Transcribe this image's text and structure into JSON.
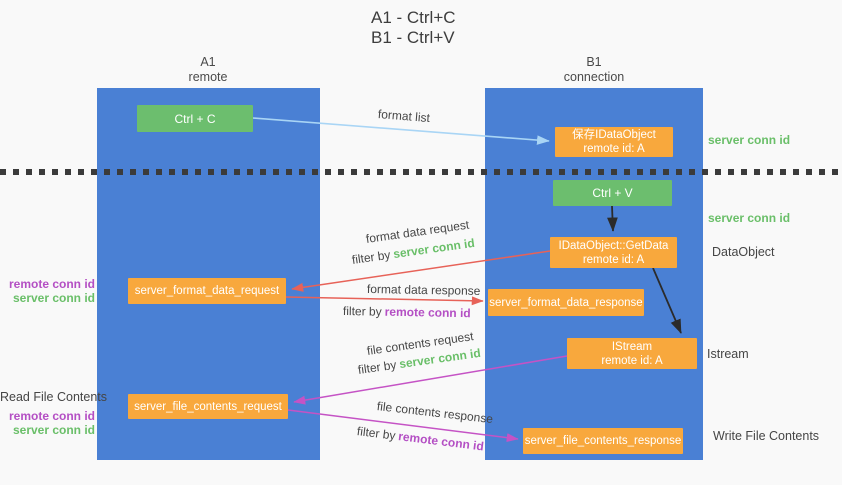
{
  "title": {
    "line1": "A1 - Ctrl+C",
    "line2": "B1 - Ctrl+V"
  },
  "lanes": {
    "left": {
      "name": "A1",
      "subtitle": "remote"
    },
    "right": {
      "name": "B1",
      "subtitle": "connection"
    }
  },
  "nodes": {
    "ctrl_c": {
      "label": "Ctrl + C"
    },
    "ctrl_v": {
      "label": "Ctrl + V"
    },
    "save_dataobject": {
      "line1": "保存IDataObject",
      "line2": "remote id: A"
    },
    "getdata": {
      "line1": "IDataObject::GetData",
      "line2": "remote id: A"
    },
    "istream": {
      "line1": "IStream",
      "line2": "remote id: A"
    },
    "format_request": {
      "label": "server_format_data_request"
    },
    "format_response": {
      "label": "server_format_data_response"
    },
    "file_request": {
      "label": "server_file_contents_request"
    },
    "file_response": {
      "label": "server_file_contents_response"
    }
  },
  "edges": {
    "format_list": {
      "label": "format list"
    },
    "format_data_request": {
      "label": "format data request",
      "filter_prefix": "filter by",
      "filter_key": "server conn id"
    },
    "format_data_response": {
      "label": "format data response",
      "filter_prefix": "filter by",
      "filter_key": "remote conn id"
    },
    "file_contents_request": {
      "label": "file contents request",
      "filter_prefix": "filter by",
      "filter_key": "server conn id"
    },
    "file_contents_response": {
      "label": "file contents response",
      "filter_prefix": "filter by",
      "filter_key": "remote conn id"
    }
  },
  "annotations": {
    "server_conn_id_top": "server conn id",
    "server_conn_id_mid": "server conn id",
    "dataobject": "DataObject",
    "istream": "Istream",
    "write_file_contents": "Write File Contents",
    "read_file_contents": "Read File Contents",
    "remote_conn_id_1": "remote conn id",
    "server_conn_id_1": "server conn id",
    "remote_conn_id_2": "remote conn id",
    "server_conn_id_2": "server conn id"
  },
  "colors": {
    "lane_blue": "#4a80d4",
    "node_green": "#6cbe6e",
    "node_orange": "#f8a83d",
    "arrow_light_blue": "#a9d5f5",
    "arrow_red": "#e76258",
    "arrow_magenta": "#c553c5",
    "arrow_black": "#2b2b2b",
    "label_green": "#6abf69",
    "label_purple": "#b44fc4"
  }
}
